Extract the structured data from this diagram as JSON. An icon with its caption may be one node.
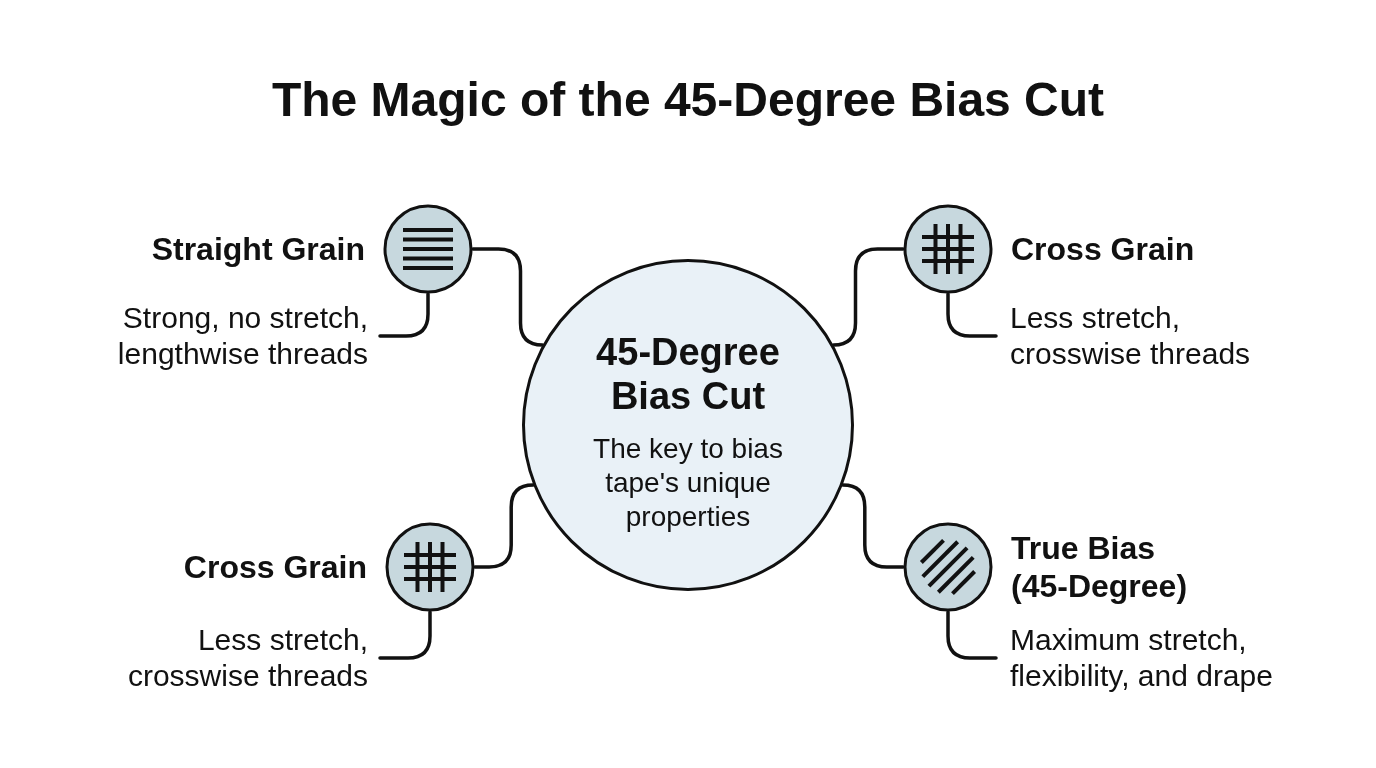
{
  "diagram": {
    "title": "The Magic of the 45-Degree Bias Cut",
    "nodes": [
      {
        "text": [
          "Straight Grain"
        ]
      },
      {
        "text": [
          "Strong, no stretch, lengthwise threads"
        ]
      },
      {
        "text": [
          "Cross Grain"
        ]
      },
      {
        "text": [
          "Less stretch, crosswise threads"
        ]
      },
      {
        "text": [
          "45-Degree Bias Cut",
          "The key to bias tape's unique properties"
        ]
      },
      {
        "text": [
          "Cross Grain"
        ]
      },
      {
        "text": [
          "Less stretch, crosswise threads"
        ]
      },
      {
        "text": [
          "True Bias (45-Degree)"
        ]
      },
      {
        "text": [
          "Maximum stretch, flexibility, and drape"
        ]
      }
    ],
    "edges": [
      {
        "from": 4,
        "to": 0,
        "arrow": "none"
      },
      {
        "from": 0,
        "to": 1,
        "arrow": "none"
      },
      {
        "from": 4,
        "to": 2,
        "arrow": "none"
      },
      {
        "from": 2,
        "to": 3,
        "arrow": "none"
      },
      {
        "from": 4,
        "to": 5,
        "arrow": "none"
      },
      {
        "from": 5,
        "to": 6,
        "arrow": "none"
      },
      {
        "from": 4,
        "to": 7,
        "arrow": "none"
      },
      {
        "from": 7,
        "to": 8,
        "arrow": "none"
      }
    ]
  }
}
